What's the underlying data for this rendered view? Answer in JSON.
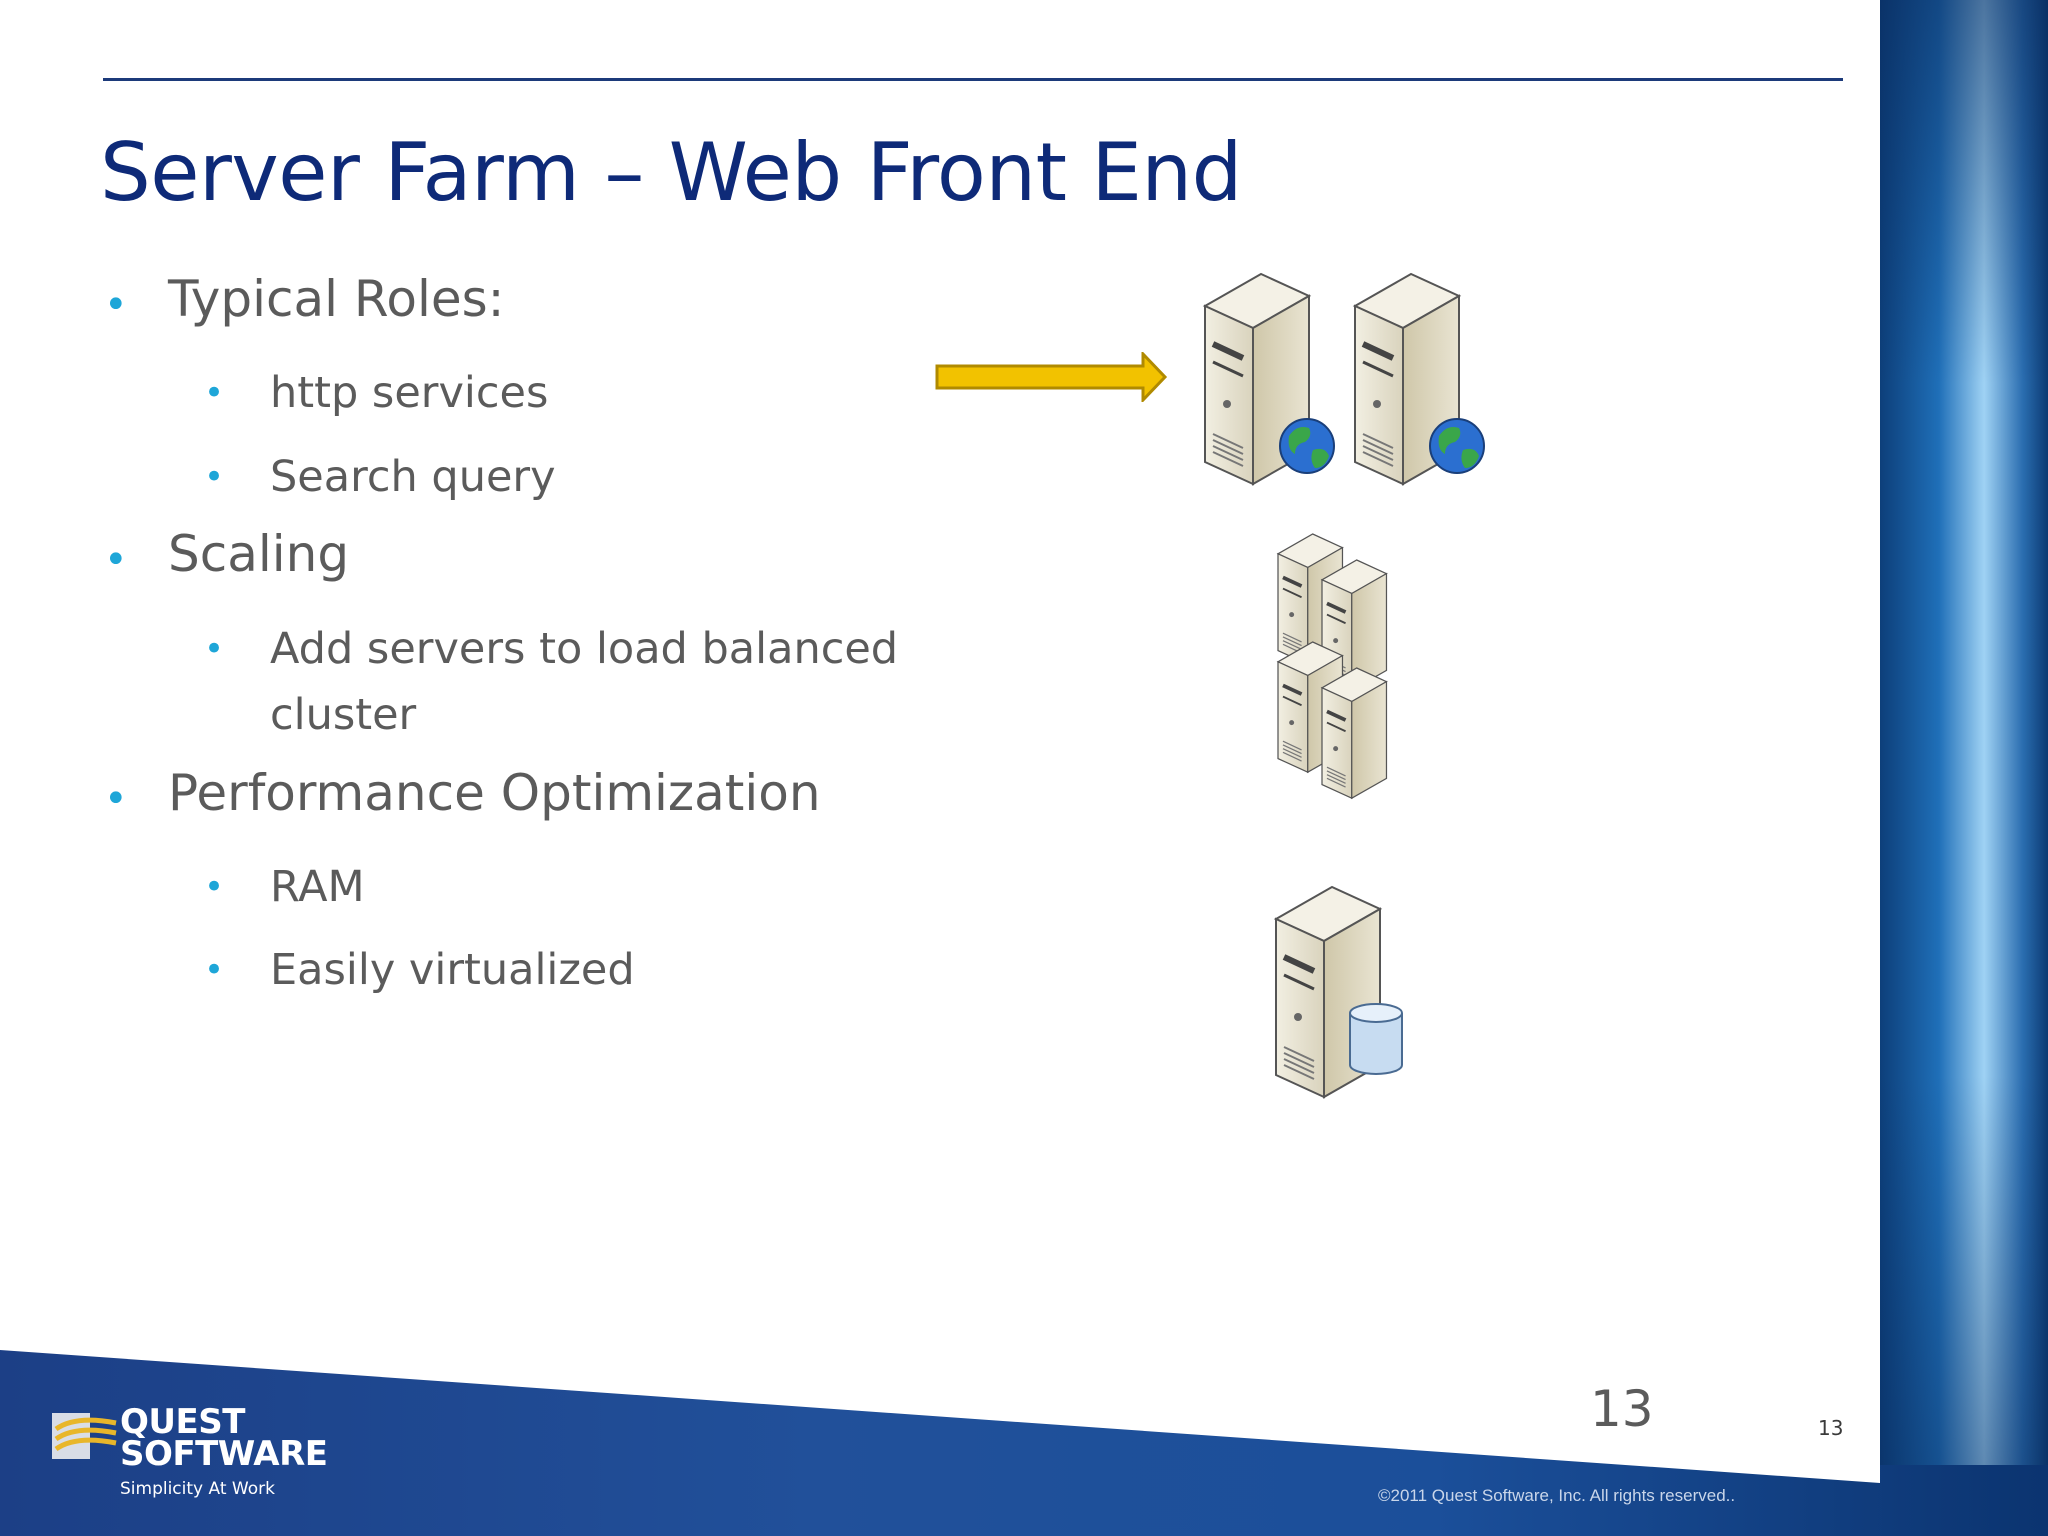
{
  "slide": {
    "title": "Server Farm – Web Front End",
    "bullets": {
      "roles": "Typical Roles:",
      "http": "http services",
      "search": "Search query",
      "scaling": "Scaling",
      "add_servers": "Add servers to load balanced cluster",
      "performance": "Performance Optimization",
      "ram": "RAM",
      "virtualized": "Easily virtualized"
    },
    "bullet_glyph": "•"
  },
  "footer": {
    "logo_line1": "QUEST",
    "logo_line2": "SOFTWARE",
    "logo_tagline": "Simplicity At Work",
    "slide_number_large": "13",
    "slide_number_small": "13",
    "copyright": "©2011 Quest Software, Inc. All rights reserved.."
  },
  "colors": {
    "title": "#0e2a78",
    "bullet": "#1ea6d8",
    "text": "#5b5b5b",
    "arrow": "#f2c200",
    "footer": "#1c3f86"
  },
  "icons": [
    "web-server-icon",
    "server-cluster-icon",
    "database-server-icon",
    "arrow-icon"
  ]
}
